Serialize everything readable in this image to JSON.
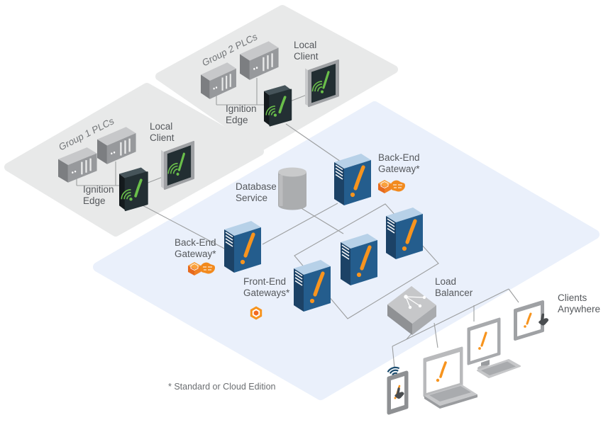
{
  "edge_groups": [
    {
      "title": "Group 1 PLCs",
      "local_client": "Local\nClient",
      "ignition_edge": "Ignition\nEdge"
    },
    {
      "title": "Group 2 PLCs",
      "local_client": "Local\nClient",
      "ignition_edge": "Ignition\nEdge"
    }
  ],
  "main": {
    "database": "Database\nService",
    "backend_gateway_top": "Back-End\nGateway*",
    "backend_gateway_left": "Back-End\nGateway*",
    "frontend_gateways": "Front-End\nGateways*",
    "load_balancer": "Load\nBalancer",
    "clients_anywhere": "Clients\nAnywhere"
  },
  "footnote": "* Standard or Cloud Edition",
  "icons": {
    "ignition_logo_green": "signal-arcs-with-check",
    "ignition_logo_orange": "signal-check",
    "gateway_modules_icon": "orange-module-cube-and-circuit",
    "module_hexagon_icon": "orange-hexagon-module",
    "load_balancer_icon": "fanout-dots",
    "wifi_icon": "wifi-arcs",
    "hand_cursor_icon": "pointing-hand"
  },
  "colors": {
    "plane_gray": "#e8e9e9",
    "plane_blue": "#eaf0fb",
    "line_gray": "#9c9e9f",
    "server_front": "#245d8d",
    "server_side": "#1c4266",
    "server_top": "#b7d1e8",
    "ignition_green": "#6abf4a",
    "ignition_orange": "#f7941e",
    "label_gray": "#55585c"
  }
}
